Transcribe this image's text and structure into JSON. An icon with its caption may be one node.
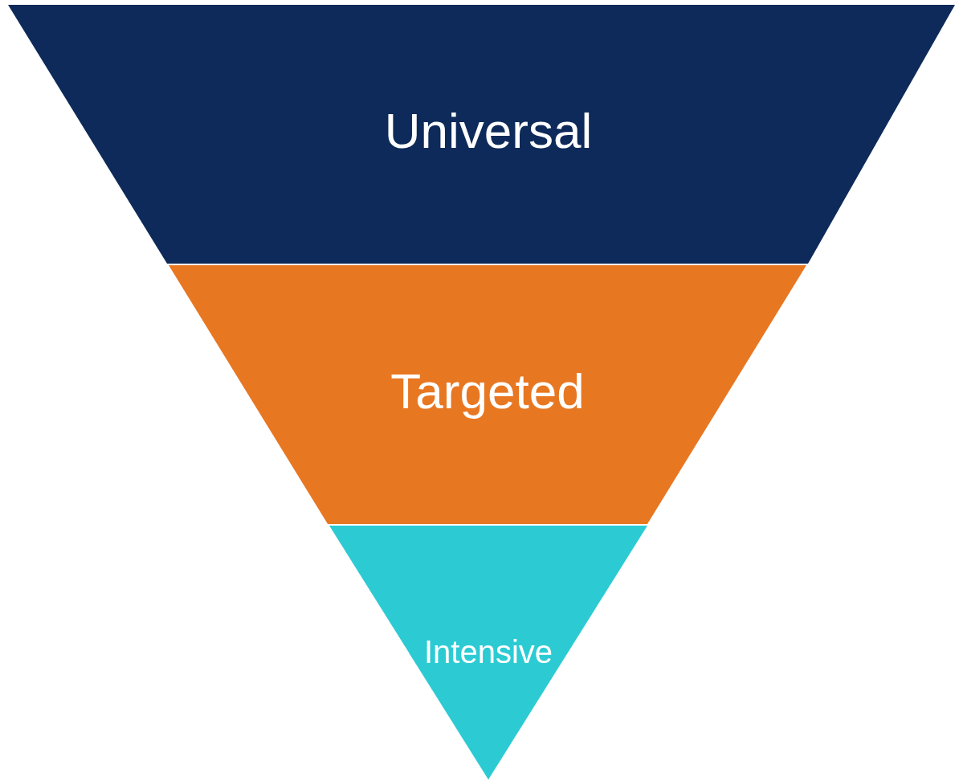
{
  "diagram": {
    "nodes": [
      {
        "text": [
          "Universal"
        ]
      },
      {
        "text": [
          "Targeted"
        ]
      },
      {
        "text": [
          "Intensive"
        ]
      }
    ]
  }
}
